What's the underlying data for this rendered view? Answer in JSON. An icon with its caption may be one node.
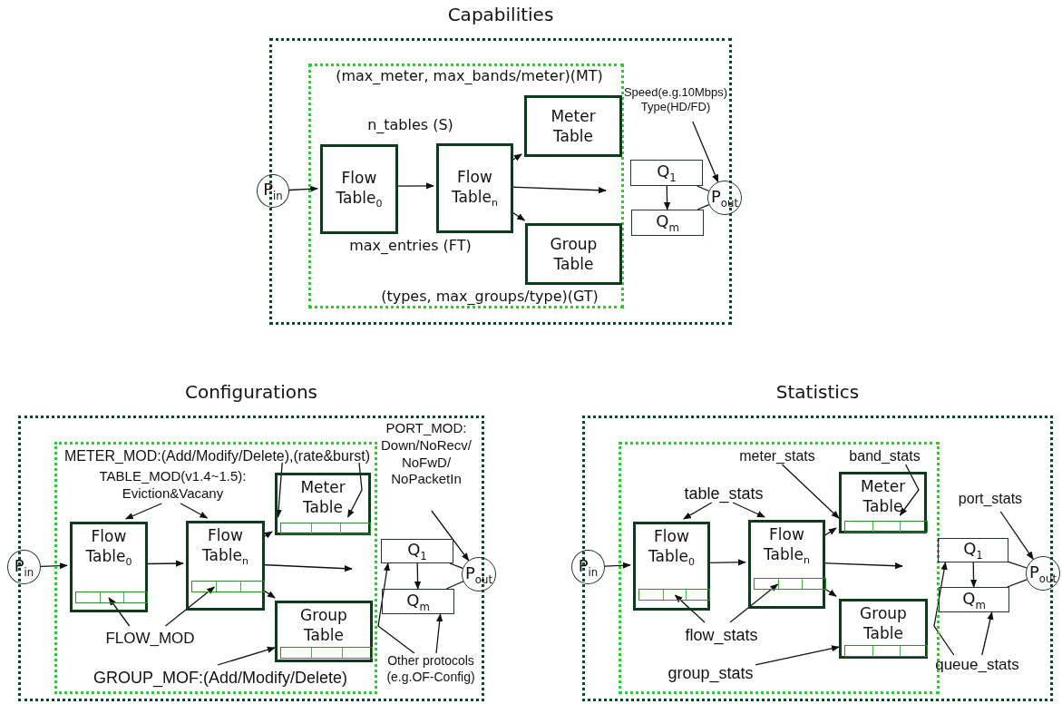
{
  "diagram": {
    "nodes": [
      {
        "text": [
          "Capabilities"
        ]
      },
      {
        "text": [],
        "shape": "box",
        "in": 0
      },
      {
        "text": [
          "P$_{in}$"
        ]
      },
      {
        "text": [
          "Flow Table$_{0}$"
        ],
        "in": 1
      },
      {
        "text": [
          "Flow Table$_{n}$"
        ],
        "in": 1
      },
      {
        "text": [
          "Meter Table"
        ],
        "in": 1
      },
      {
        "text": [
          "Group Table"
        ],
        "in": 1
      },
      {
        "text": [
          "Q$_{1}$"
        ],
        "in": 0
      },
      {
        "text": [
          "Q$_{m}$"
        ],
        "in": 0
      },
      {
        "text": [
          "P$_{out}$"
        ]
      },
      {
        "text": [
          "Speed(e.g.10Mbps) Type(HD/FD)"
        ],
        "in": 0
      },
      {
        "text": [
          "Configurations"
        ]
      },
      {
        "text": [],
        "shape": "box",
        "in": 11
      },
      {
        "text": [
          "P$_{in}$"
        ]
      },
      {
        "text": [
          "Flow Table$_{0}$"
        ],
        "in": 12
      },
      {
        "text": [],
        "shape": "bar",
        "in": 14
      },
      {
        "text": [
          "Flow Table$_{n}$"
        ],
        "in": 12
      },
      {
        "text": [],
        "shape": "bar",
        "in": 16
      },
      {
        "text": [
          "Meter Table"
        ],
        "in": 12
      },
      {
        "text": [],
        "shape": "bar",
        "in": 18
      },
      {
        "text": [
          "Group Table"
        ],
        "in": 12
      },
      {
        "text": [],
        "shape": "bar",
        "in": 20
      },
      {
        "text": [
          "Q$_{1}$"
        ],
        "in": 11
      },
      {
        "text": [
          "Q$_{m}$"
        ],
        "in": 11
      },
      {
        "text": [
          "P$_{out}$"
        ]
      },
      {
        "text": [
          "METER_MOD:(Add/Modify/Delete),(rate&burst)"
        ],
        "in": 12
      },
      {
        "text": [
          "TABLE_MOD(v1.4~1.5): Eviction&Vacany"
        ],
        "in": 12
      },
      {
        "text": [
          "FLOW_MOD"
        ],
        "in": 12
      },
      {
        "text": [
          "GROUP_MOF:(Add/Modify/Delete)"
        ],
        "in": 12
      },
      {
        "text": [
          "PORT_MOD: Down/NoRecv/ NoFwD/ NoPacketIn"
        ],
        "in": 11
      },
      {
        "text": [
          "Other protocols (e.g.OF-Config)"
        ],
        "in": 11
      },
      {
        "text": [
          "Statistics"
        ]
      },
      {
        "text": [],
        "shape": "box",
        "in": 31
      },
      {
        "text": [
          "P$_{in}$"
        ]
      },
      {
        "text": [
          "Flow Table$_{0}$"
        ],
        "in": 32
      },
      {
        "text": [],
        "shape": "bar",
        "in": 34
      },
      {
        "text": [
          "Flow Table$_{n}$"
        ],
        "in": 32
      },
      {
        "text": [],
        "shape": "bar",
        "in": 36
      },
      {
        "text": [
          "Meter Table"
        ],
        "in": 32
      },
      {
        "text": [],
        "shape": "bar",
        "in": 38
      },
      {
        "text": [
          "Group Table"
        ],
        "in": 32
      },
      {
        "text": [],
        "shape": "bar",
        "in": 40
      },
      {
        "text": [
          "Q$_{1}$"
        ],
        "in": 31
      },
      {
        "text": [
          "Q$_{m}$"
        ],
        "in": 31
      },
      {
        "text": [
          "P$_{out}$"
        ]
      },
      {
        "text": [
          "meter_stats"
        ],
        "in": 32
      },
      {
        "text": [
          "band_stats"
        ],
        "in": 32
      },
      {
        "text": [
          "table_stats"
        ],
        "in": 32
      },
      {
        "text": [
          "flow_stats"
        ],
        "in": 32
      },
      {
        "text": [
          "group_stats"
        ],
        "in": 32
      },
      {
        "text": [
          "port_stats"
        ],
        "in": 31
      },
      {
        "text": [
          "queue_stats"
        ],
        "in": 31
      }
    ],
    "edges": [
      {
        "from": 2,
        "to": 3,
        "arrow": "to"
      },
      {
        "from": 3,
        "to": 4,
        "arrow": "to"
      },
      {
        "from": 4,
        "to": 5,
        "arrow": "to"
      },
      {
        "from": 4,
        "to": 6,
        "arrow": "to"
      },
      {
        "from": 4,
        "to": null,
        "arrow": "to"
      },
      {
        "from": 7,
        "to": 8,
        "arrow": "to"
      },
      {
        "from": 7,
        "to": 9,
        "arrow": "none"
      },
      {
        "from": 8,
        "to": 9,
        "arrow": "none"
      },
      {
        "from": 10,
        "to": 9,
        "arrow": "to"
      },
      {
        "from": 13,
        "to": 14,
        "arrow": "to"
      },
      {
        "from": 14,
        "to": 16,
        "arrow": "to"
      },
      {
        "from": 16,
        "to": 18,
        "arrow": "to"
      },
      {
        "from": 16,
        "to": 20,
        "arrow": "to"
      },
      {
        "from": 16,
        "to": null,
        "arrow": "to"
      },
      {
        "from": 22,
        "to": 23,
        "arrow": "to"
      },
      {
        "from": 22,
        "to": 24,
        "arrow": "none"
      },
      {
        "from": 23,
        "to": 24,
        "arrow": "none"
      },
      {
        "from": 25,
        "to": 19,
        "arrow": "to"
      },
      {
        "from": 25,
        "to": 19,
        "arrow": "to"
      },
      {
        "from": 26,
        "to": 14,
        "arrow": "to"
      },
      {
        "from": 26,
        "to": 16,
        "arrow": "to"
      },
      {
        "from": 27,
        "to": 15,
        "arrow": "to"
      },
      {
        "from": 27,
        "to": 17,
        "arrow": "to"
      },
      {
        "from": 28,
        "to": 21,
        "arrow": "to"
      },
      {
        "from": 29,
        "to": 24,
        "arrow": "to"
      },
      {
        "from": 30,
        "to": 22,
        "arrow": "to"
      },
      {
        "from": 30,
        "to": 23,
        "arrow": "to"
      },
      {
        "from": 33,
        "to": 34,
        "arrow": "to"
      },
      {
        "from": 34,
        "to": 36,
        "arrow": "to"
      },
      {
        "from": 36,
        "to": 38,
        "arrow": "to"
      },
      {
        "from": 36,
        "to": 40,
        "arrow": "to"
      },
      {
        "from": 36,
        "to": null,
        "arrow": "to"
      },
      {
        "from": 42,
        "to": 43,
        "arrow": "to"
      },
      {
        "from": 42,
        "to": 44,
        "arrow": "none"
      },
      {
        "from": 43,
        "to": 44,
        "arrow": "none"
      },
      {
        "from": 45,
        "to": 39,
        "arrow": "to"
      },
      {
        "from": 46,
        "to": 39,
        "arrow": "to"
      },
      {
        "from": 47,
        "to": 34,
        "arrow": "to"
      },
      {
        "from": 47,
        "to": 36,
        "arrow": "to"
      },
      {
        "from": 48,
        "to": 35,
        "arrow": "to"
      },
      {
        "from": 48,
        "to": 37,
        "arrow": "to"
      },
      {
        "from": 49,
        "to": 41,
        "arrow": "to"
      },
      {
        "from": 50,
        "to": 44,
        "arrow": "to"
      },
      {
        "from": 51,
        "to": 42,
        "arrow": "to"
      },
      {
        "from": 51,
        "to": 43,
        "arrow": "to"
      }
    ],
    "labels": [
      "(max_meter, max_bands/meter)(MT)",
      "n_tables (S)",
      "max_entries (FT)",
      "(types, max_groups/type)(GT)"
    ]
  }
}
